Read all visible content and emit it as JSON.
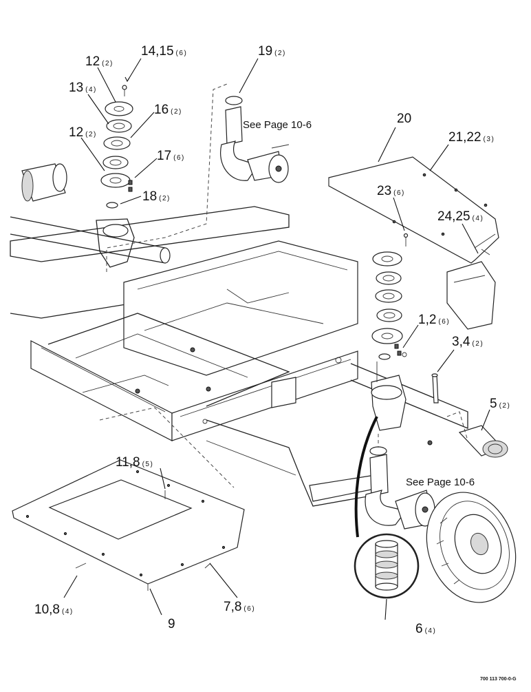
{
  "callouts": [
    {
      "id": "c-14-15",
      "num": "14,15",
      "qty": "(6)"
    },
    {
      "id": "c-12-top",
      "num": "12",
      "qty": "(2)"
    },
    {
      "id": "c-13",
      "num": "13",
      "qty": "(4)"
    },
    {
      "id": "c-16",
      "num": "16",
      "qty": "(2)"
    },
    {
      "id": "c-12-mid",
      "num": "12",
      "qty": "(2)"
    },
    {
      "id": "c-17",
      "num": "17",
      "qty": "(6)"
    },
    {
      "id": "c-18",
      "num": "18",
      "qty": "(2)"
    },
    {
      "id": "c-19",
      "num": "19",
      "qty": "(2)"
    },
    {
      "id": "c-20",
      "num": "20",
      "qty": ""
    },
    {
      "id": "c-21-22",
      "num": "21,22",
      "qty": "(3)"
    },
    {
      "id": "c-23",
      "num": "23",
      "qty": "(6)"
    },
    {
      "id": "c-24-25",
      "num": "24,25",
      "qty": "(4)"
    },
    {
      "id": "c-1-2",
      "num": "1,2",
      "qty": "(6)"
    },
    {
      "id": "c-3-4",
      "num": "3,4",
      "qty": "(2)"
    },
    {
      "id": "c-5",
      "num": "5",
      "qty": "(2)"
    },
    {
      "id": "c-11-8",
      "num": "11,8",
      "qty": "(5)"
    },
    {
      "id": "c-10-8",
      "num": "10,8",
      "qty": "(4)"
    },
    {
      "id": "c-9",
      "num": "9",
      "qty": ""
    },
    {
      "id": "c-7-8",
      "num": "7,8",
      "qty": "(6)"
    },
    {
      "id": "c-6",
      "num": "6",
      "qty": "(4)"
    }
  ],
  "references": {
    "top": "See Page 10-6",
    "bottom": "See Page 10-6"
  },
  "drawing_code": "700 113 700-0-G"
}
